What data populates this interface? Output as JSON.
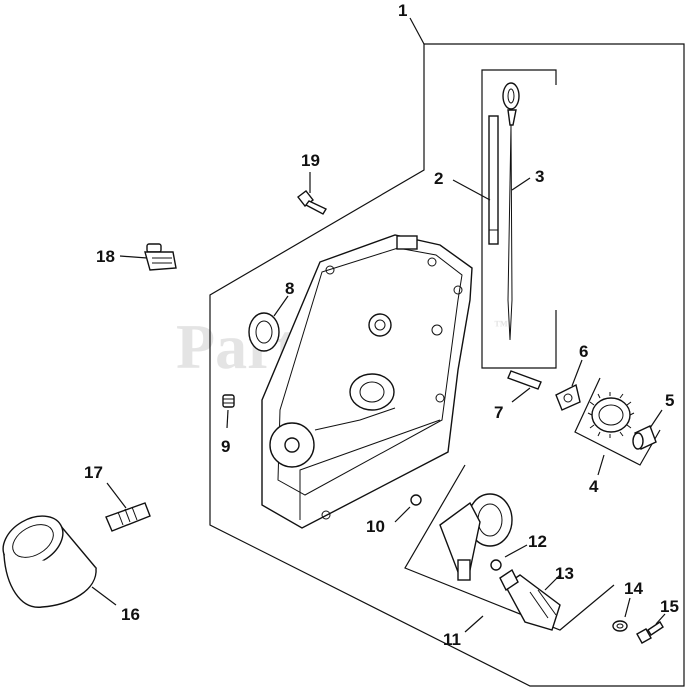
{
  "watermark": {
    "text": "PartsTree",
    "trademark": "™"
  },
  "callouts": {
    "c1": "1",
    "c2": "2",
    "c3": "3",
    "c4": "4",
    "c5": "5",
    "c6": "6",
    "c7": "7",
    "c8": "8",
    "c9": "9",
    "c10": "10",
    "c11": "11",
    "c12": "12",
    "c13": "13",
    "c14": "14",
    "c15": "15",
    "c16": "16",
    "c17": "17",
    "c18": "18",
    "c19": "19"
  }
}
